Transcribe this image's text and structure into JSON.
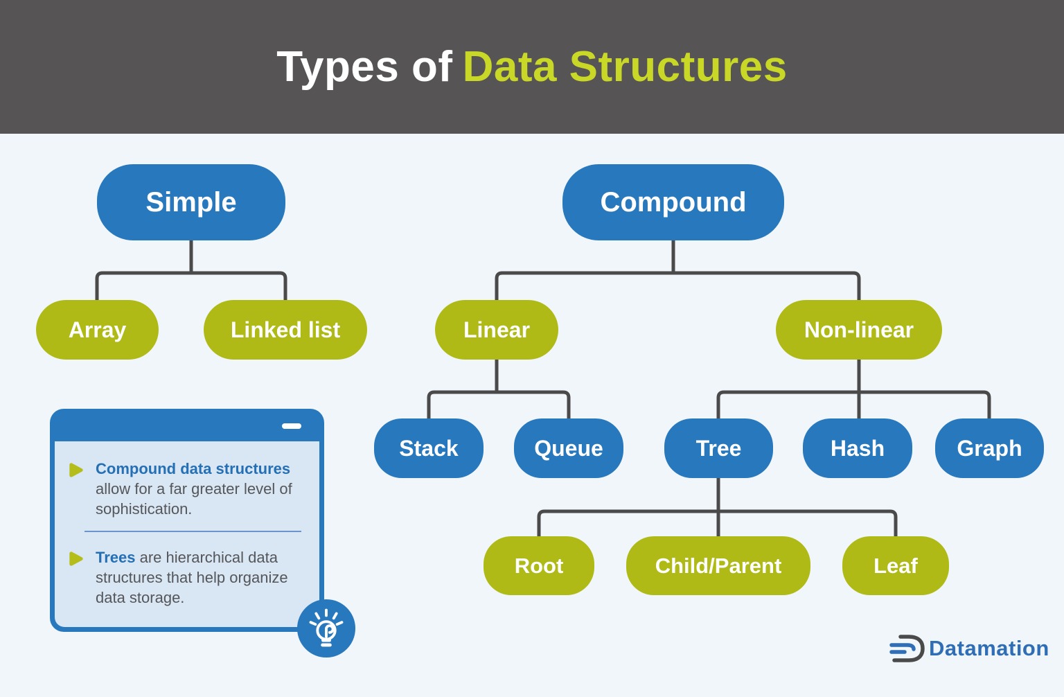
{
  "header": {
    "title_white": "Types of",
    "title_green": "Data Structures"
  },
  "nodes": {
    "simple": "Simple",
    "compound": "Compound",
    "array": "Array",
    "linked_list": "Linked list",
    "linear": "Linear",
    "non_linear": "Non-linear",
    "stack": "Stack",
    "queue": "Queue",
    "tree": "Tree",
    "hash": "Hash",
    "graph": "Graph",
    "root": "Root",
    "child_parent": "Child/Parent",
    "leaf": "Leaf"
  },
  "hierarchy": {
    "Simple": [
      "Array",
      "Linked list"
    ],
    "Compound": {
      "Linear": [
        "Stack",
        "Queue"
      ],
      "Non-linear": {
        "Tree": [
          "Root",
          "Child/Parent",
          "Leaf"
        ],
        "Hash": [],
        "Graph": []
      }
    }
  },
  "card": {
    "bullets": [
      {
        "lead": "Compound data structures",
        "rest": " allow for a far greater level of sophistication."
      },
      {
        "lead": "Trees",
        "rest": " are hierarchical data structures that help organize data storage."
      }
    ]
  },
  "logo": {
    "text": "Datamation"
  },
  "colors": {
    "header_bg": "#565454",
    "header_accent": "#c9d827",
    "node_blue": "#2878bd",
    "node_olive": "#afba17",
    "connector": "#4a4a4a",
    "page_bg": "#f1f6fa",
    "card_blue": "#2878bd",
    "card_body_bg": "#d9e6f3",
    "card_lead_text": "#2570b4",
    "card_text": "#55565a",
    "logo_blue": "#2f6db5"
  }
}
